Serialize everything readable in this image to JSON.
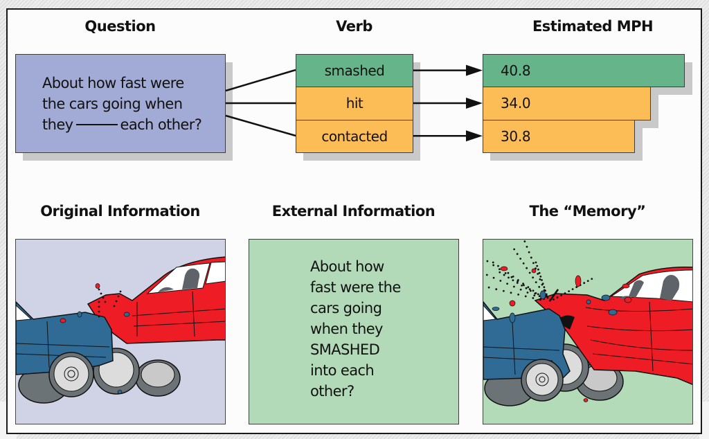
{
  "figure": {
    "colors": {
      "question_box": "#a2abd6",
      "smashed_green": "#66b58a",
      "other_orange": "#fdbd56",
      "external_box": "#b3dab8",
      "original_panel_bg": "#d0d3e6",
      "memory_panel_bg": "#b3dbb8",
      "car_blue": "#2f6b95",
      "car_red": "#ee1c24"
    }
  },
  "top_row": {
    "question": {
      "heading": "Question",
      "lines": [
        "About how fast were",
        "the cars going when"
      ],
      "line3_start": "they",
      "line3_end": "each other?"
    },
    "verb": {
      "heading": "Verb",
      "items": [
        {
          "label": "smashed",
          "highlight": true
        },
        {
          "label": "hit",
          "highlight": false
        },
        {
          "label": "contacted",
          "highlight": false
        }
      ]
    },
    "mph": {
      "heading": "Estimated MPH"
    }
  },
  "bottom_row": {
    "original": {
      "heading": "Original Information",
      "illustration": "car-collision-mild-illustration"
    },
    "external": {
      "heading": "External Information",
      "lines": [
        "About how",
        "fast were the",
        "cars going",
        "when they",
        "SMASHED",
        "into each",
        "other?"
      ]
    },
    "memory": {
      "heading": "The “Memory”",
      "illustration": "car-collision-severe-illustration"
    }
  },
  "chart_data": {
    "type": "bar",
    "orientation": "horizontal",
    "title": "Estimated MPH",
    "categories": [
      "smashed",
      "hit",
      "contacted"
    ],
    "values": [
      40.8,
      34.0,
      30.8
    ],
    "value_labels": [
      "40.8",
      "34.0",
      "30.8"
    ],
    "xlabel": "",
    "ylabel": "Verb",
    "xlim": [
      0,
      40.8
    ],
    "grid": false,
    "legend": "none"
  }
}
